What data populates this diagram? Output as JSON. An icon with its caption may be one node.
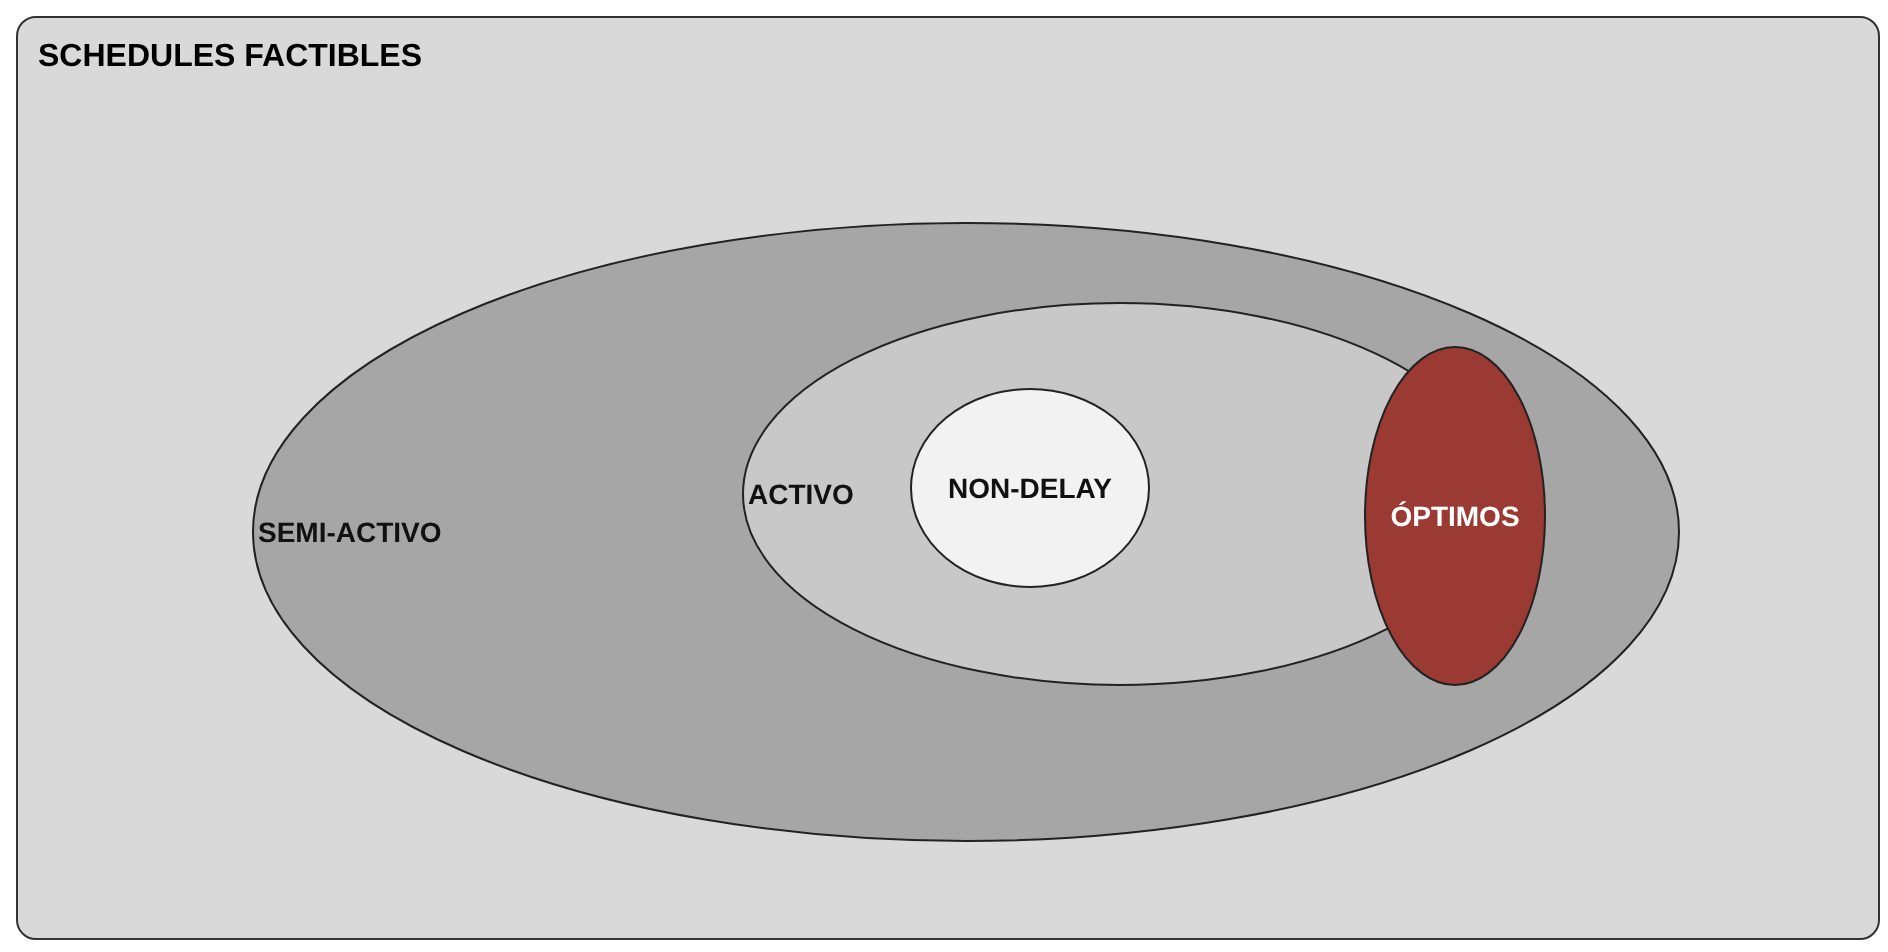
{
  "diagram": {
    "nodes": [
      {
        "text": [
          "SCHEDULES FACTIBLES"
        ]
      },
      {
        "text": [
          "SEMI-ACTIVO"
        ],
        "in": 0
      },
      {
        "text": [
          "ACTIVO"
        ],
        "in": 1
      },
      {
        "text": [
          "NON-DELAY"
        ],
        "in": 2
      },
      {
        "text": [
          "ÓPTIMOS"
        ],
        "in": 1
      }
    ]
  }
}
